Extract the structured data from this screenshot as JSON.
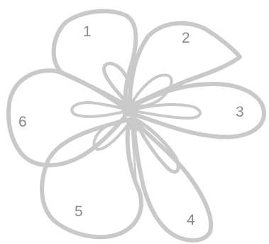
{
  "colors": {
    "stroke": "#c9c9c9",
    "label": "#8a8a8a",
    "background": "#ffffff"
  },
  "petals": [
    {
      "label": "1"
    },
    {
      "label": "2"
    },
    {
      "label": "3"
    },
    {
      "label": "4"
    },
    {
      "label": "5"
    },
    {
      "label": "6"
    }
  ]
}
